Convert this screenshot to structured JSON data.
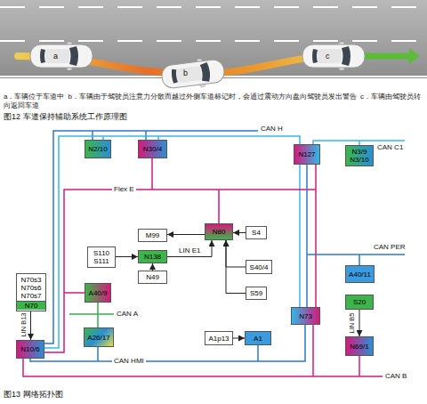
{
  "diagram": {
    "caption": "图13 网络拓扑图",
    "nodes": [
      {
        "text": [
          "N2/10"
        ]
      },
      {
        "text": [
          "N30/4"
        ]
      },
      {
        "text": [
          "N127"
        ]
      },
      {
        "text": [
          "N3/9",
          "N3/10"
        ]
      },
      {
        "text": [
          "M99"
        ]
      },
      {
        "text": [
          "N80"
        ]
      },
      {
        "text": [
          "S110",
          "S111"
        ]
      },
      {
        "text": [
          "N138"
        ]
      },
      {
        "text": [
          "S4"
        ]
      },
      {
        "text": [
          "S40/4"
        ]
      },
      {
        "text": [
          "N49"
        ]
      },
      {
        "text": [
          "S59"
        ]
      },
      {
        "text": [
          "A40/11"
        ]
      },
      {
        "text": [
          "N70s3",
          "N70s6",
          "N70s7"
        ]
      },
      {
        "text": [
          "N70"
        ],
        "in": 13
      },
      {
        "text": [
          "A40/9"
        ]
      },
      {
        "text": [
          "N73"
        ]
      },
      {
        "text": [
          "S20"
        ]
      },
      {
        "text": [
          "A26/17"
        ]
      },
      {
        "text": [
          "A1p13"
        ]
      },
      {
        "text": [
          "A1"
        ]
      },
      {
        "text": [
          "N10/6"
        ]
      },
      {
        "text": [
          "N69/1"
        ]
      }
    ],
    "edges": [
      {
        "from": 5,
        "to": 4,
        "arrow": "to"
      },
      {
        "from": 7,
        "to": 5,
        "label": "LIN E1",
        "arrow": "to"
      },
      {
        "from": 6,
        "to": 7,
        "arrow": "to"
      },
      {
        "from": 10,
        "to": 7,
        "arrow": "to"
      },
      {
        "from": 8,
        "to": 5,
        "arrow": "to"
      },
      {
        "from": 9,
        "to": 5,
        "arrow": "to"
      },
      {
        "from": 11,
        "to": 5,
        "arrow": "to"
      },
      {
        "from": 14,
        "to": 21,
        "label": "LIN B13",
        "arrow": "to"
      },
      {
        "from": 17,
        "to": 22,
        "label": "LIN B5",
        "arrow": "to"
      },
      {
        "from": 19,
        "to": 20,
        "arrow": "to"
      }
    ],
    "labels": [
      "a",
      "b",
      "c",
      "a．车辆位于车道中",
      "b．车辆由于驾驶员注意力分散而越过外侧车道标记时，会通过震动方向盘向驾驶员发出警告",
      "c．车辆由驾驶员转向返回车道",
      "图12 车道保持辅助系统工作原理图",
      "CAN H",
      "CAN C1",
      "Flex E",
      "CAN PER",
      "CAN A",
      "CAN HMI",
      "CAN B"
    ]
  }
}
